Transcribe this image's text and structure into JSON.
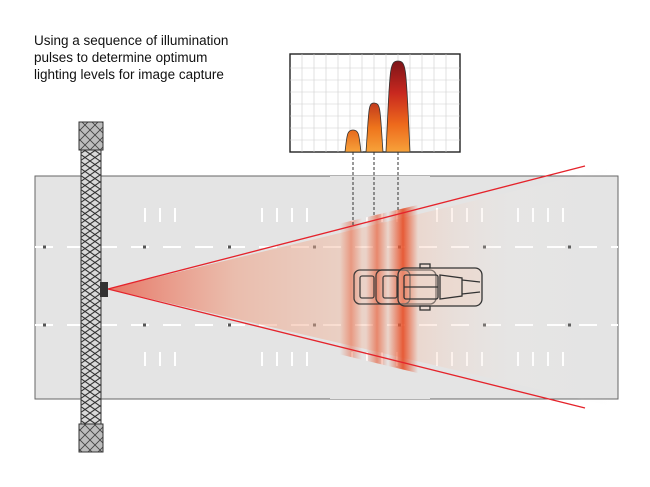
{
  "caption": {
    "lines": [
      "Using a sequence of illumination",
      "pulses to determine optimum",
      "lighting levels for image capture"
    ]
  },
  "colors": {
    "road": "#e3e3e3",
    "beam_edge": "#e5232b",
    "peak_dark": "#8e1a1c",
    "peak_mid": "#d8341e",
    "peak_light": "#f7941d",
    "gantry": "#9a9a9a"
  },
  "illumination_pulses": {
    "count": 3,
    "relative_intensity": [
      0.3,
      0.6,
      1.0
    ]
  },
  "icons": [
    "camera-icon",
    "car-icon",
    "gantry-icon"
  ]
}
